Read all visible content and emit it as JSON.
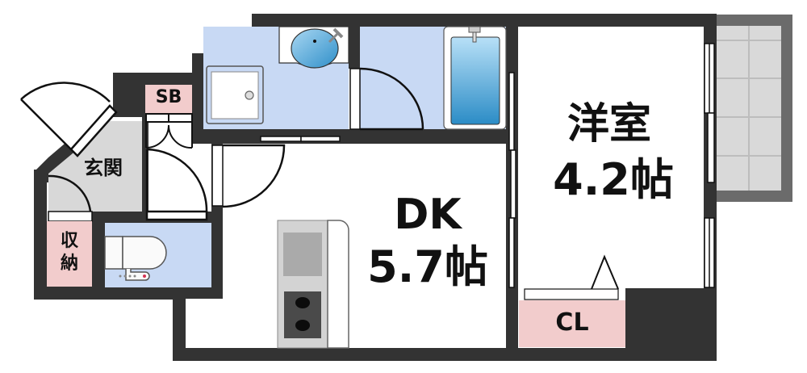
{
  "floor_plan": {
    "rooms": {
      "genkan": {
        "label": "玄関"
      },
      "shoe_box": {
        "label": "SB"
      },
      "storage": {
        "label_line1": "収",
        "label_line2": "納"
      },
      "dk": {
        "label_line1": "DK",
        "label_line2": "5.7帖"
      },
      "western_room": {
        "label_line1": "洋室",
        "label_line2": "4.2帖"
      },
      "closet": {
        "label": "CL"
      }
    },
    "colors": {
      "wall": "#333333",
      "wet_area": "#c8d9f4",
      "storage_pink": "#f2cccc",
      "entrance_gray": "#d8d8d8",
      "balcony_gray": "#d9d9d9",
      "balcony_frame": "#6b6b6b"
    }
  }
}
